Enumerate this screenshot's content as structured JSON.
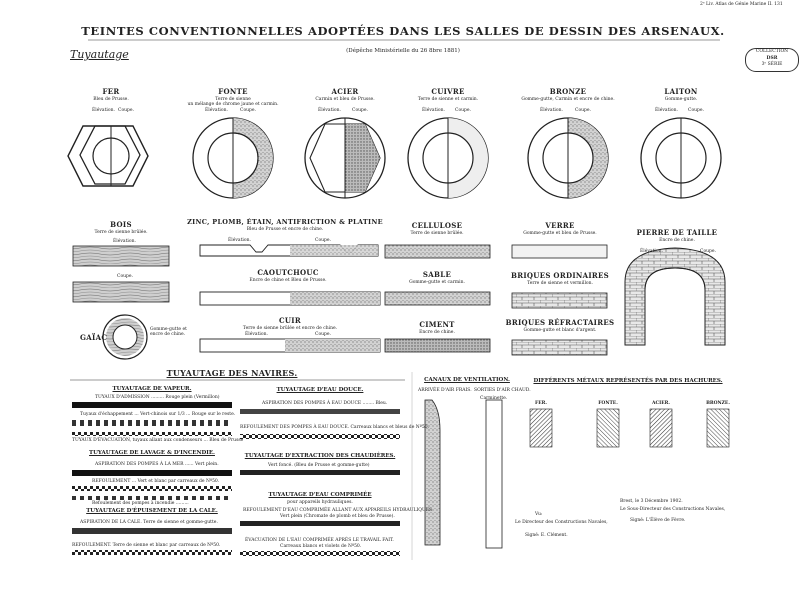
{
  "page": {
    "corner_ref": "2ᵉ Liv. Atlas de Génie Marine   II. 131",
    "title": "TEINTES CONVENTIONNELLES ADOPTÉES DANS LES SALLES DE DESSIN DES ARSENAUX.",
    "subtitle": "(Dépêche Ministérielle du 26 8bre 1881)",
    "handwritten_note": "Tuyautage",
    "stamp": [
      "COLLECTION",
      "DSR",
      "3ᵉ SÉRIE"
    ]
  },
  "metals": [
    {
      "name": "FER",
      "desc": "Bleu de Prusse.",
      "views": [
        "Élévation.",
        "Coupe."
      ]
    },
    {
      "name": "FONTE",
      "desc": "Terre de sienne\nun mélange de chrome jaune et carmin.",
      "views": [
        "Élévation.",
        "Coupe."
      ]
    },
    {
      "name": "ACIER",
      "desc": "Carmin et bleu de Prusse.",
      "views": [
        "Élévation.",
        "Coupe."
      ]
    },
    {
      "name": "CUIVRE",
      "desc": "Terre de sienne et carmin.",
      "views": [
        "Élévation.",
        "Coupe."
      ]
    },
    {
      "name": "BRONZE",
      "desc": "Gomme-gutte, Carmin et encre de chine.",
      "views": [
        "Élévation.",
        "Coupe."
      ]
    },
    {
      "name": "LAITON",
      "desc": "Gomme-gutte.",
      "views": [
        "Élévation.",
        "Coupe."
      ]
    }
  ],
  "materials": {
    "bois": {
      "name": "BOIS",
      "desc": "Terre de sienne brûlée.",
      "views": [
        "Élévation.",
        "Coupe."
      ]
    },
    "zinc": {
      "name": "ZINC, PLOMB, ÉTAIN, ANTIFRICTION & PLATINE",
      "desc": "Bleu de Prusse et encre de chine.",
      "views": [
        "Élévation.",
        "Coupe."
      ]
    },
    "caoutchouc": {
      "name": "CAOUTCHOUC",
      "desc": "Encre de chine et Bleu de Prusse."
    },
    "cuir": {
      "name": "CUIR",
      "desc": "Terre de sienne brûlée et encre de chine.",
      "views": [
        "Élévation.",
        "Coupe."
      ]
    },
    "gaiac": {
      "name": "GAÏAC",
      "desc": "Gomme-gutte et encre de chine."
    },
    "cellulose": {
      "name": "CELLULOSE",
      "desc": "Terre de sienne brûlée."
    },
    "sable": {
      "name": "SABLE",
      "desc": "Gomme-gutte et carmin."
    },
    "ciment": {
      "name": "CIMENT",
      "desc": "Encre de chine."
    },
    "verre": {
      "name": "VERRE",
      "desc": "Gomme-gutte et bleu de Prusse."
    },
    "briques_ord": {
      "name": "BRIQUES ORDINAIRES",
      "desc": "Terre de sienne et vermillon."
    },
    "briques_ref": {
      "name": "BRIQUES RÉFRACTAIRES",
      "desc": "Gomme-gutte et blanc d'argent."
    },
    "pierre": {
      "name": "PIERRE DE TAILLE",
      "desc": "Encre de chine.",
      "views": [
        "Élévation.",
        "Coupe."
      ]
    }
  },
  "tuyautage": {
    "heading": "TUYAUTAGE DES NAVIRES.",
    "vapeur": {
      "title": "TUYAUTAGE DE VAPEUR.",
      "lines": [
        "TUYAUX D'ADMISSION ......... Rouge plein (Vermillon)",
        "Tuyaux d'échappement ... Vert-chinois sur 1/3 ... Rouge sur le reste.",
        "TUYAUX D'ÉVACUATION, tuyaux allant aux condenseurs ... Bleu de Prusse"
      ]
    },
    "lavage": {
      "title": "TUYAUTAGE DE LAVAGE & D'INCENDIE.",
      "lines": [
        "ASPIRATION DES POMPES À LA MER ...... Vert plein.",
        "REFOULEMENT ... Vert et blanc par carreaux de Nº50.",
        "Refoulement des pompes à incendie ........."
      ]
    },
    "cale": {
      "title": "TUYAUTAGE D'ÉPUISEMENT DE LA CALE.",
      "lines": [
        "ASPIRATION DE LA CALE. Terre de sienne et gomme-gutte.",
        "REFOULEMENT. Terre de sienne et blanc par carreaux de Nº50."
      ]
    },
    "eau_douce": {
      "title": "TUYAUTAGE D'EAU DOUCE.",
      "lines": [
        "ASPIRATION DES POMPES À EAU DOUCE ........ Bleu.",
        "REFOULEMENT DES POMPES À EAU DOUCE. Carreaux blancs et bleus de Nº50."
      ]
    },
    "chaudieres": {
      "title": "TUYAUTAGE D'EXTRACTION DES CHAUDIÈRES.",
      "lines": [
        "Vert foncé. (Bleu de Prusse et gomme-gutte)"
      ]
    },
    "comprimee": {
      "title": "TUYAUTAGE D'EAU COMPRIMÉE",
      "subtitle": "pour appareils hydrauliques.",
      "lines": [
        "REFOULEMENT D'EAU COMPRIMÉE ALLANT AUX APPAREILS HYDRAULIQUES",
        "Vert plein (Chromate de plomb et bleu de Prusse).",
        "ÉVACUATION DE L'EAU COMPRIMÉE APRÈS LE TRAVAIL FAIT.",
        "Carreaux blancs et violets de Nº50."
      ]
    },
    "ventilation": {
      "title": "CANAUX DE VENTILATION.",
      "col1": "ARRIVÉE D'AIR FRAIS.",
      "col2": "SORTIES D'AIR CHAUD.",
      "col2_sub": "Carminette."
    },
    "hachures": {
      "title": "DIFFÉRENTS MÉTAUX REPRÉSENTÉS PAR DES HACHURES.",
      "items": [
        "FER.",
        "FONTE.",
        "ACIER.",
        "BRONZE."
      ]
    }
  },
  "signatures": {
    "place_date": "Brest, le 3 Décembre 1902.",
    "left_title": "Vu:",
    "left_line": "Le Directeur des Constructions Navales,",
    "left_sig": "Signé: E. Clément.",
    "right_line": "Le Sous-Directeur des Constructions Navales,",
    "right_sig": "Signé: L'Élève de Fèvre."
  }
}
